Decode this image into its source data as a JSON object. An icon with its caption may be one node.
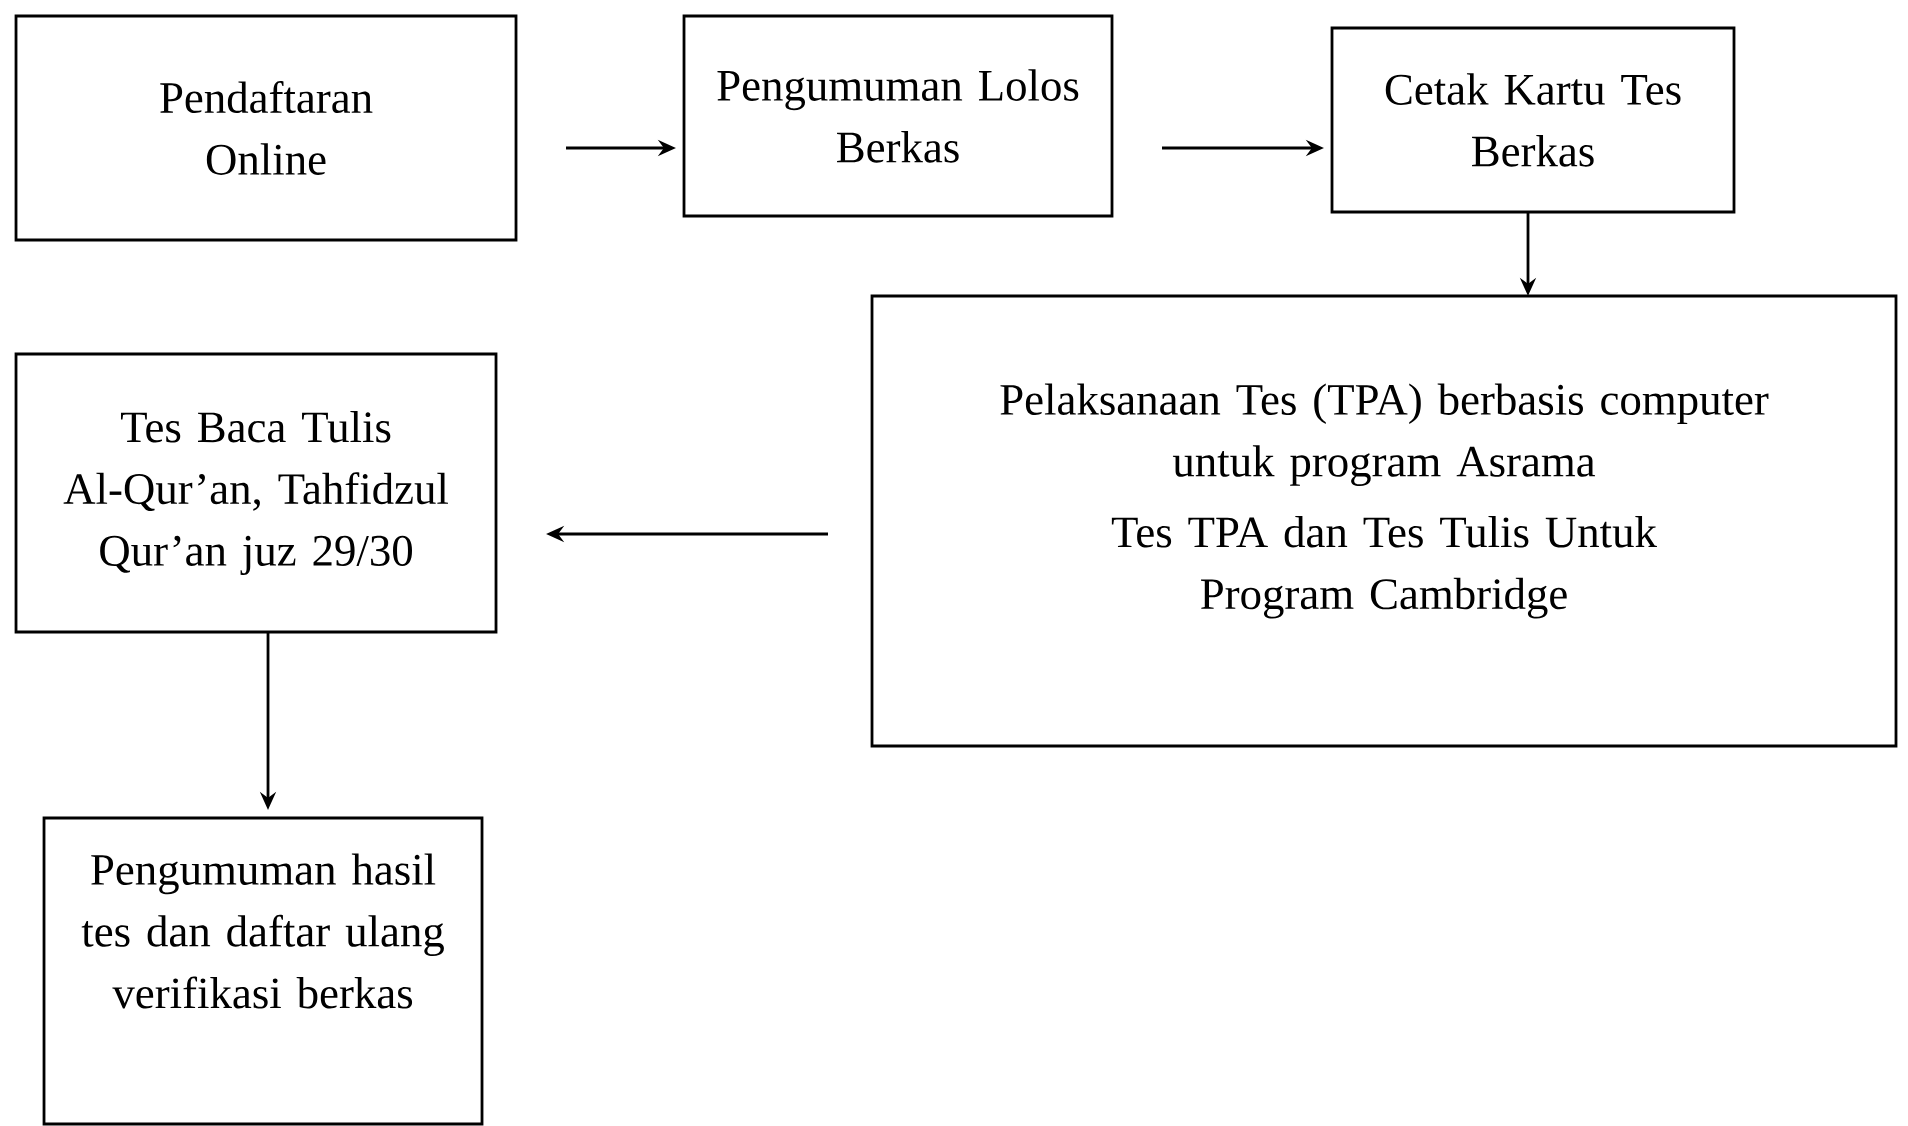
{
  "diagram": {
    "nodes": [
      {
        "text": [
          "Pendaftaran Online"
        ]
      },
      {
        "text": [
          "Pengumuman Lolos Berkas"
        ]
      },
      {
        "text": [
          "Cetak Kartu Tes Berkas"
        ]
      },
      {
        "text": [
          "Pelaksanaan Tes (TPA) berbasis computer untuk program Asrama",
          "Tes TPA dan Tes Tulis Untuk Program Cambridge"
        ]
      },
      {
        "text": [
          "Tes Baca Tulis Al-Qur’an, Tahfidzul Qur’an juz 29/30"
        ]
      },
      {
        "text": [
          "Pengumuman hasil tes dan daftar ulang verifikasi berkas"
        ]
      }
    ],
    "edges": [
      {
        "from": 0,
        "to": 1,
        "arrow": "to"
      },
      {
        "from": 1,
        "to": 2,
        "arrow": "to"
      },
      {
        "from": 2,
        "to": 3,
        "arrow": "to"
      },
      {
        "from": 3,
        "to": 4,
        "arrow": "to"
      },
      {
        "from": 4,
        "to": 5,
        "arrow": "to"
      }
    ]
  }
}
